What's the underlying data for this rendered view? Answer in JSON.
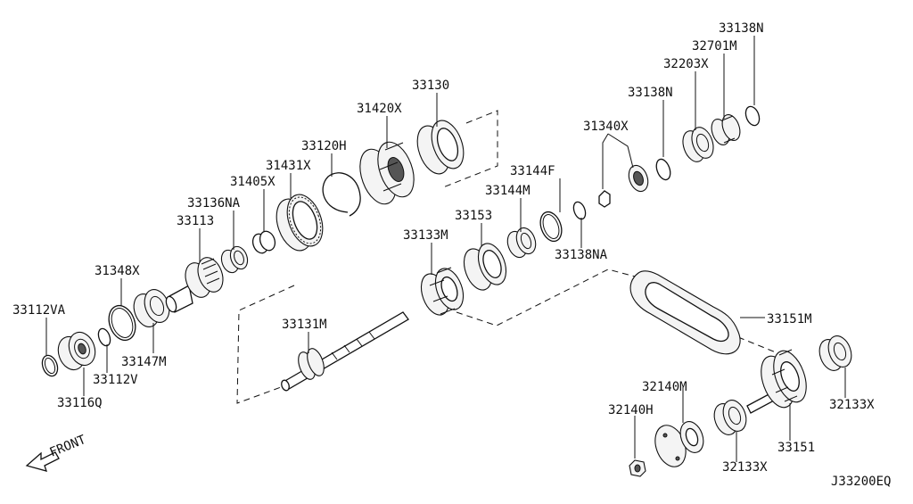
{
  "diagram": {
    "reference_code": "J33200EQ",
    "direction_label": "FRONT"
  },
  "callouts": {
    "c33112VA": "33112VA",
    "c33116Q": "33116Q",
    "c33112V": "33112V",
    "c31348X": "31348X",
    "c33147M": "33147M",
    "c33113": "33113",
    "c33136NA": "33136NA",
    "c31405X": "31405X",
    "c31431X": "31431X",
    "c33120H": "33120H",
    "c31420X": "31420X",
    "c33130": "33130",
    "c33131M": "33131M",
    "c33133M": "33133M",
    "c33153": "33153",
    "c33144M": "33144M",
    "c33144F": "33144F",
    "c31340X": "31340X",
    "c33138NA": "33138NA",
    "c33138N_mid": "33138N",
    "c32203X": "32203X",
    "c32701M": "32701M",
    "c33138N_top": "33138N",
    "c33151M": "33151M",
    "c32133X_right": "32133X",
    "c32140M": "32140M",
    "c32140H": "32140H",
    "c32133X_bottom": "32133X",
    "c33151": "33151"
  }
}
